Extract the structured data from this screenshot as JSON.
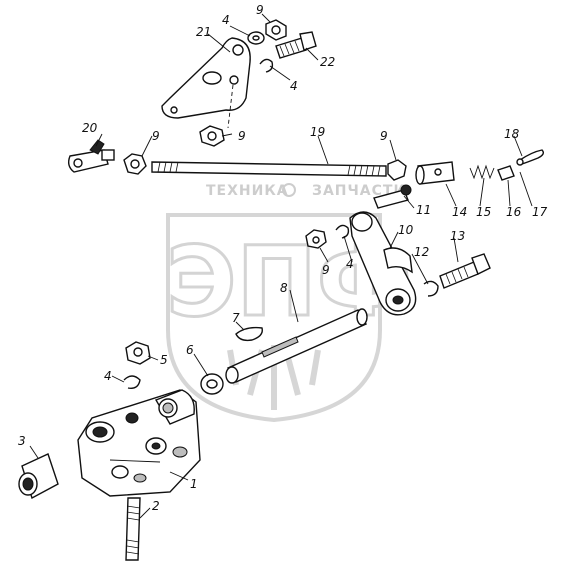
{
  "watermark": {
    "top_text_left": "ТЕХНИКА",
    "top_text_right": "ЗАПЧАСТИ",
    "logo_letters": "ЭПФ"
  },
  "callouts": {
    "c1": "1",
    "c2": "2",
    "c3": "3",
    "c4a": "4",
    "c5": "5",
    "c6": "6",
    "c7": "7",
    "c8": "8",
    "c9a": "9",
    "c10": "10",
    "c11": "11",
    "c12": "12",
    "c13": "13",
    "c14": "14",
    "c15": "15",
    "c16": "16",
    "c17": "17",
    "c18": "18",
    "c19": "19",
    "c20": "20",
    "c21": "21",
    "c22": "22",
    "c4b": "4",
    "c4c": "4",
    "c4d": "4",
    "c9b": "9",
    "c9c": "9",
    "c9d": "9",
    "c9e": "9"
  },
  "colors": {
    "ink": "#111111",
    "watermark": "#c8c8c8",
    "background": "#ffffff"
  }
}
